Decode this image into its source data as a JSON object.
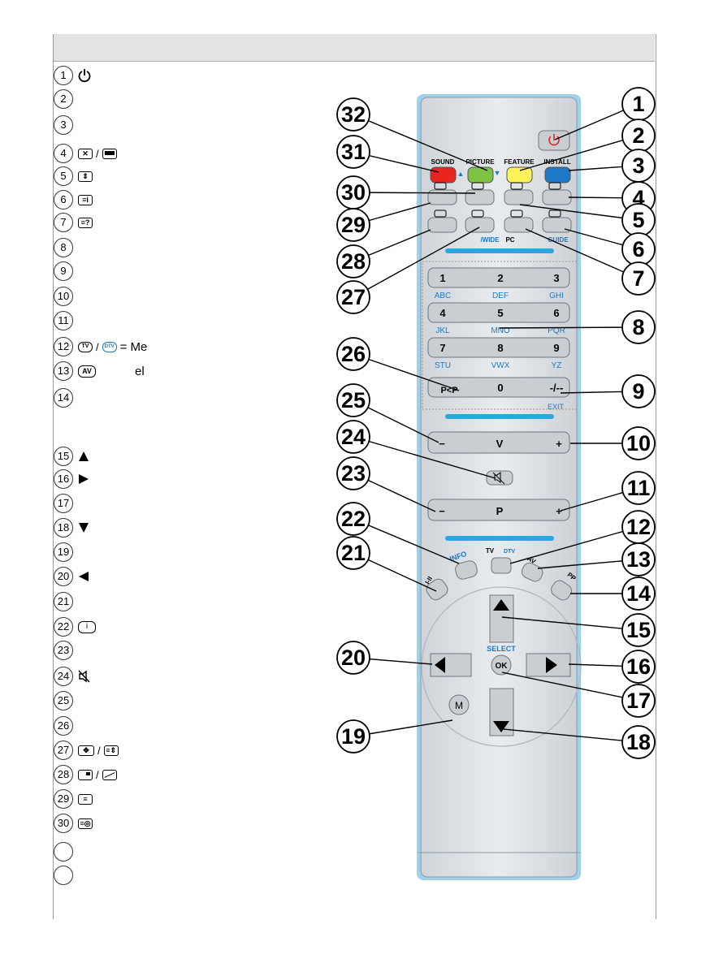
{
  "legend": [
    {
      "num": "1",
      "icons": [
        "power-icon"
      ],
      "text": ""
    },
    {
      "num": "2",
      "icons": [],
      "text": ""
    },
    {
      "num": "3",
      "icons": [],
      "text": ""
    },
    {
      "num": "4",
      "icons": [
        "teletext-mix-icon",
        "teletext-split-icon"
      ],
      "text": ""
    },
    {
      "num": "5",
      "icons": [
        "teletext-expand-icon"
      ],
      "text": ""
    },
    {
      "num": "6",
      "icons": [
        "teletext-index-icon"
      ],
      "text": ""
    },
    {
      "num": "7",
      "icons": [
        "teletext-reveal-icon"
      ],
      "text": ""
    },
    {
      "num": "8",
      "icons": [],
      "text": ""
    },
    {
      "num": "9",
      "icons": [],
      "text": ""
    },
    {
      "num": "10",
      "icons": [],
      "text": ""
    },
    {
      "num": "11",
      "icons": [],
      "text": ""
    },
    {
      "num": "12",
      "icons": [
        "tv-icon",
        "dtv-icon"
      ],
      "text": "= Me"
    },
    {
      "num": "13",
      "icons": [
        "av-icon"
      ],
      "text": "el"
    },
    {
      "num": "14",
      "icons": [],
      "text": ""
    },
    {
      "num": "15",
      "icons": [
        "arrow-up-icon"
      ],
      "text": ""
    },
    {
      "num": "16",
      "icons": [
        "arrow-right-icon"
      ],
      "text": ""
    },
    {
      "num": "17",
      "icons": [],
      "text": ""
    },
    {
      "num": "18",
      "icons": [
        "arrow-down-icon"
      ],
      "text": ""
    },
    {
      "num": "19",
      "icons": [],
      "text": ""
    },
    {
      "num": "20",
      "icons": [
        "arrow-left-icon"
      ],
      "text": ""
    },
    {
      "num": "21",
      "icons": [],
      "text": ""
    },
    {
      "num": "22",
      "icons": [
        "info-icon"
      ],
      "text": ""
    },
    {
      "num": "23",
      "icons": [],
      "text": ""
    },
    {
      "num": "24",
      "icons": [
        "mute-icon"
      ],
      "text": ""
    },
    {
      "num": "25",
      "icons": [],
      "text": ""
    },
    {
      "num": "26",
      "icons": [],
      "text": ""
    },
    {
      "num": "27",
      "icons": [
        "wide-icon",
        "teletext-update-icon"
      ],
      "text": ""
    },
    {
      "num": "28",
      "icons": [
        "pip-icon",
        "subtitle-icon"
      ],
      "text": ""
    },
    {
      "num": "29",
      "icons": [
        "teletext-icon"
      ],
      "text": ""
    },
    {
      "num": "30",
      "icons": [
        "teletext-hold-icon"
      ],
      "text": ""
    },
    {
      "num": "",
      "icons": [],
      "text": ""
    },
    {
      "num": "",
      "icons": [],
      "text": ""
    }
  ],
  "remote": {
    "color_keys": [
      {
        "label": "SOUND",
        "color": "#e8251f"
      },
      {
        "label": "PICTURE",
        "color": "#7dc242"
      },
      {
        "label": "FEATURE",
        "color": "#fff25a"
      },
      {
        "label": "INSTALL",
        "color": "#1e78c8"
      }
    ],
    "guide_label": "GUIDE",
    "wide_label": "WIDE",
    "pc_label": "PC",
    "digits": [
      {
        "digit": "1",
        "letters": "ABC"
      },
      {
        "digit": "2",
        "letters": "DEF"
      },
      {
        "digit": "3",
        "letters": "GHI"
      },
      {
        "digit": "4",
        "letters": "JKL"
      },
      {
        "digit": "5",
        "letters": "MNO"
      },
      {
        "digit": "6",
        "letters": "PQR"
      },
      {
        "digit": "7",
        "letters": "STU"
      },
      {
        "digit": "8",
        "letters": "VWX"
      },
      {
        "digit": "9",
        "letters": "YZ"
      }
    ],
    "pp_label": "P<P",
    "zero_label": "0",
    "dash_label": "-/--",
    "exit_label": "EXIT",
    "volume_label": "V",
    "program_label": "P",
    "minus_label": "−",
    "plus_label": "+",
    "info_label": "INFO",
    "tv_label": "TV",
    "dtv_label": "DTV",
    "av_label": "AV",
    "pp2_label": "PP",
    "lang_label": "I-II",
    "select_label": "SELECT",
    "ok_label": "OK",
    "menu_label": "M"
  },
  "callouts": [
    "1",
    "2",
    "3",
    "4",
    "5",
    "6",
    "7",
    "8",
    "9",
    "10",
    "11",
    "12",
    "13",
    "14",
    "15",
    "16",
    "17",
    "18",
    "19",
    "20",
    "21",
    "22",
    "23",
    "24",
    "25",
    "26",
    "27",
    "28",
    "29",
    "30",
    "31",
    "32"
  ]
}
